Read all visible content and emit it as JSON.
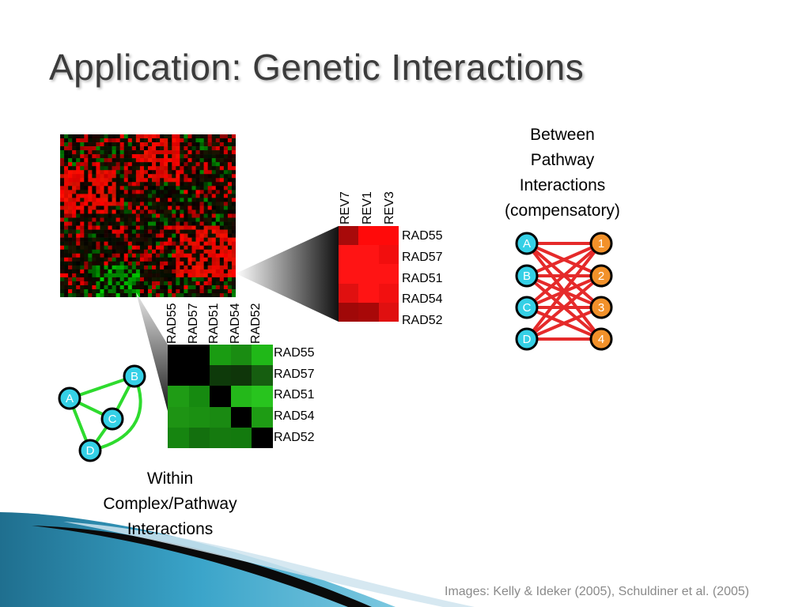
{
  "slide": {
    "title": "Application: Genetic Interactions",
    "credit": "Images: Kelly & Ideker (2005), Schuldiner et al. (2005)"
  },
  "between": {
    "caption_lines": [
      "Between",
      "Pathway",
      "Interactions",
      "(compensatory)"
    ],
    "left_nodes": [
      "A",
      "B",
      "C",
      "D"
    ],
    "right_nodes": [
      "1",
      "2",
      "3",
      "4"
    ],
    "node_colors": {
      "left": "#35d0e6",
      "right": "#f2912a"
    },
    "edge_color": "#e52a2a"
  },
  "within": {
    "caption_lines": [
      "Within",
      "Complex/Pathway",
      "Interactions"
    ],
    "nodes": [
      "A",
      "B",
      "C",
      "D"
    ],
    "node_color": "#35d0e6",
    "edge_color": "#2edb2e"
  },
  "red_matrix": {
    "columns": [
      "REV7",
      "REV1",
      "REV3"
    ],
    "rows": [
      "RAD55",
      "RAD57",
      "RAD51",
      "RAD54",
      "RAD52"
    ],
    "cells": [
      [
        "#a80a0a",
        "#ff0a0a",
        "#ff0a0a"
      ],
      [
        "#ff1414",
        "#ff1414",
        "#f20e0e"
      ],
      [
        "#ff1414",
        "#ff1414",
        "#ff1414"
      ],
      [
        "#e01010",
        "#ff1414",
        "#f21010"
      ],
      [
        "#a00808",
        "#a80808",
        "#e01010"
      ]
    ]
  },
  "green_matrix": {
    "columns": [
      "RAD55",
      "RAD57",
      "RAD51",
      "RAD54",
      "RAD52"
    ],
    "rows": [
      "RAD55",
      "RAD57",
      "RAD51",
      "RAD54",
      "RAD52"
    ],
    "cells": [
      [
        "#000000",
        "#000000",
        "#1a9c12",
        "#1a8c12",
        "#20b818"
      ],
      [
        "#000000",
        "#000000",
        "#0e3a0a",
        "#0f360a",
        "#165e10"
      ],
      [
        "#1f9c15",
        "#168a10",
        "#000000",
        "#24b81a",
        "#28c41e"
      ],
      [
        "#1e9414",
        "#1b9012",
        "#1a8a12",
        "#000000",
        "#1e9c14"
      ],
      [
        "#168510",
        "#13700e",
        "#157a0f",
        "#137a0e",
        "#000000"
      ]
    ]
  }
}
